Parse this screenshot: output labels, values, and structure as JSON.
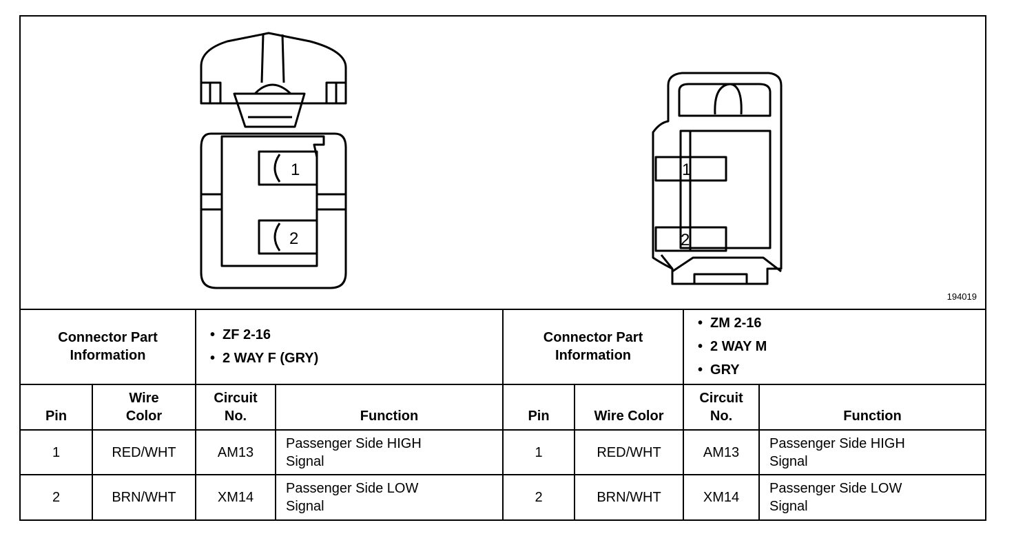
{
  "figure_id": "194019",
  "connector_left": {
    "pin_labels": [
      "1",
      "2"
    ]
  },
  "connector_right": {
    "pin_labels": [
      "1",
      "2"
    ]
  },
  "table": {
    "cpi_label_line1": "Connector Part",
    "cpi_label_line2": "Information",
    "left_part_info": [
      "ZF 2-16",
      "2 WAY F (GRY)"
    ],
    "right_part_info": [
      "ZM 2-16",
      "2 WAY M",
      "GRY"
    ],
    "headers": {
      "pin": "Pin",
      "wire_color_line1": "Wire",
      "wire_color_line2": "Color",
      "wire_color_single": "Wire Color",
      "circuit_line1": "Circuit",
      "circuit_line2": "No.",
      "function": "Function"
    },
    "rows": [
      {
        "pin": "1",
        "wire": "RED/WHT",
        "circuit": "AM13",
        "func1": "Passenger Side HIGH",
        "func2": "Signal"
      },
      {
        "pin": "2",
        "wire": "BRN/WHT",
        "circuit": "XM14",
        "func1": "Passenger Side LOW",
        "func2": "Signal"
      }
    ]
  }
}
